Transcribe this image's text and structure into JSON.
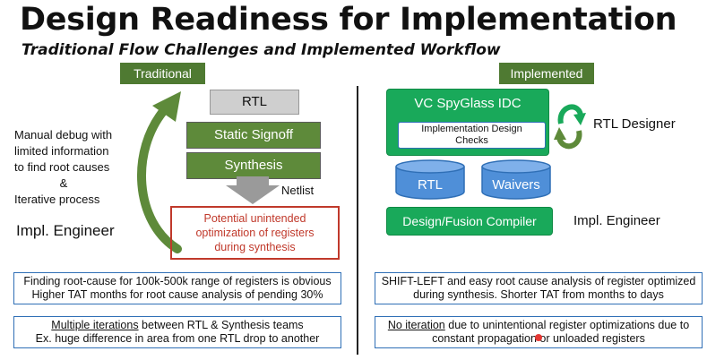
{
  "header": {
    "title": "Design Readiness for Implementation",
    "subtitle": "Traditional Flow Challenges and Implemented Workflow"
  },
  "traditional": {
    "tag": "Traditional",
    "side_notes": [
      "Manual debug with",
      "limited information",
      "to find root causes",
      "&",
      "Iterative process"
    ],
    "engineer": "Impl. Engineer",
    "flow": [
      "RTL",
      "Static Signoff",
      "Synthesis"
    ],
    "netlist": "Netlist",
    "warning_lines": [
      "Potential unintended",
      "optimization of registers",
      "during synthesis"
    ],
    "box1_lines": [
      "Finding root-cause for 100k-500k range of registers is obvious",
      "Higher TAT months for root cause analysis of pending 30%"
    ],
    "box2_underlined": "Multiple iterations",
    "box2_rest": " between RTL & Synthesis teams",
    "box2_line2": "Ex. huge difference in area from one RTL drop to another"
  },
  "implemented": {
    "tag": "Implemented",
    "tool": "VC SpyGlass IDC",
    "checks_lines": [
      "Implementation Design",
      "Checks"
    ],
    "designer": "RTL Designer",
    "db_rtl": "RTL",
    "db_waivers": "Waivers",
    "compiler": "Design/Fusion Compiler",
    "engineer": "Impl. Engineer",
    "box1_lines": [
      "SHIFT-LEFT and easy root cause analysis of register optimized",
      "during synthesis. Shorter TAT from months to days"
    ],
    "box2_underlined": "No iteration",
    "box2_rest": " due to unintentional register optimizations due to",
    "box2_line2": "constant propagation or unloaded registers"
  },
  "colors": {
    "tag_green": "#4f7a32",
    "flow_green": "#5e8a3a",
    "tool_green": "#19a95a",
    "warning_red": "#c0392b",
    "box_blue": "#2f6fb6",
    "db_blue": "#4f8fd8"
  }
}
